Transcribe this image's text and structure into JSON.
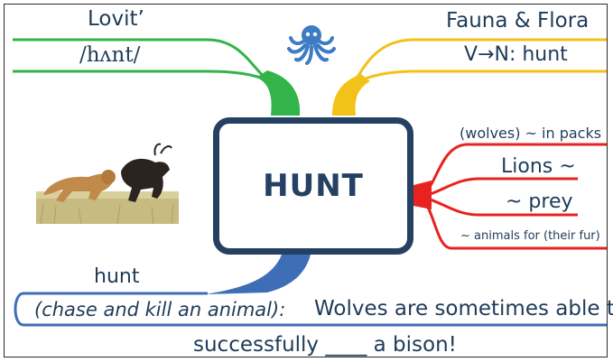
{
  "center": {
    "label": "HUNT"
  },
  "branches": {
    "green": {
      "top": "Lovit’",
      "bottom": "/hʌnt/",
      "color": "#33b44a"
    },
    "yellow": {
      "top": "Fauna & Flora",
      "bottom": "V→N: hunt",
      "color": "#f2c21b"
    },
    "red": {
      "items": [
        "(wolves) ~ in packs",
        "Lions ~",
        "~ prey",
        "~ animals for (their fur)"
      ],
      "color": "#e8231f"
    },
    "blue": {
      "word": "hunt",
      "definition": "(chase and kill an animal):",
      "example_line1": "Wolves are sometimes able to",
      "example_line2": "successfully ____ a bison!",
      "color": "#3e6fb6"
    }
  },
  "images": {
    "logo": "octopus-logo",
    "photo": "lion-chasing-wildebeest-photo"
  }
}
